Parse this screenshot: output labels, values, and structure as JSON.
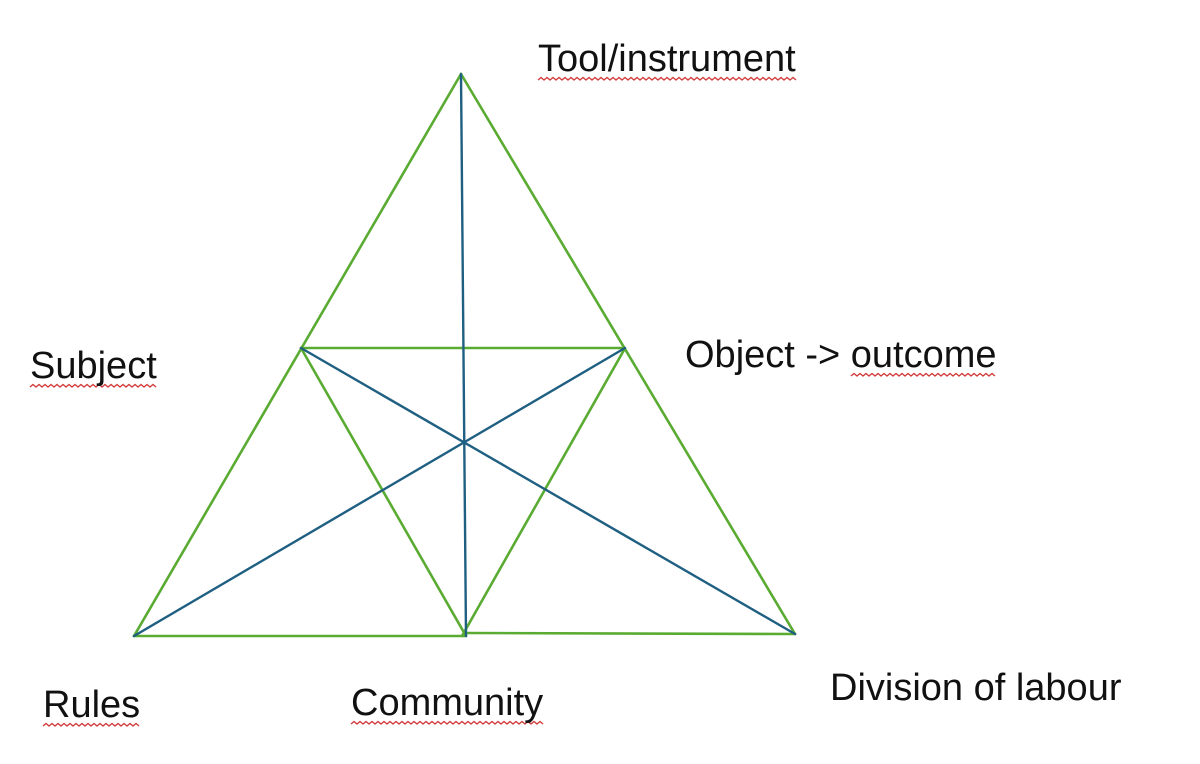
{
  "diagram": {
    "title": "",
    "labels": {
      "tool": "Tool/instrument",
      "subject": "Subject",
      "object": "Object -> outcome",
      "rules": "Rules",
      "community": "Community",
      "division": "Division of labour"
    },
    "spellcheck_flagged": [
      "Tool/instrument",
      "Subject",
      "outcome",
      "Rules",
      "Community"
    ],
    "colors": {
      "outer_lines": "#5aab32",
      "inner_lines": "#1f5f82",
      "spellcheck": "#d23b3b",
      "text": "#111111"
    }
  }
}
